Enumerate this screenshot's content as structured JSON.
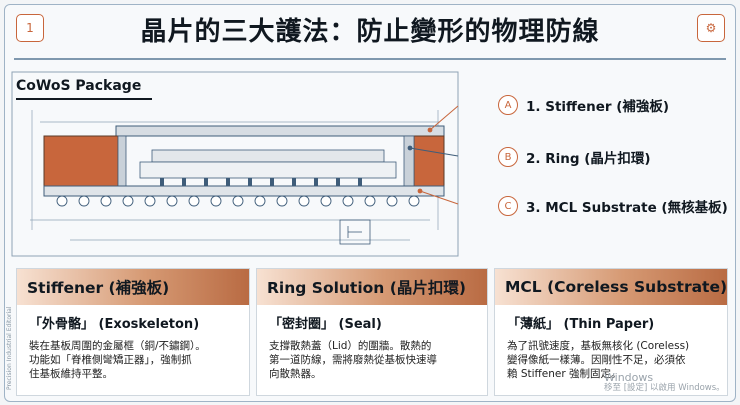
{
  "header": {
    "badge_left": "1",
    "badge_right": "⚙",
    "title": "晶片的三大護法：防止變形的物理防線",
    "side_note": "Precision Industrial Editorial"
  },
  "diagram": {
    "package_label": "CoWoS Package",
    "callouts": [
      {
        "letter": "A",
        "text": "1. Stiffener (補強板)"
      },
      {
        "letter": "B",
        "text": "2. Ring (晶片扣環)"
      },
      {
        "letter": "C",
        "text": "3. MCL Substrate (無核基板)"
      }
    ]
  },
  "cards": [
    {
      "title": "Stiffener (補強板)",
      "subtitle": "「外骨骼」 (Exoskeleton)",
      "lines": [
        "裝在基板周圍的金屬框（銅/不鏽鋼）。",
        "功能如「脊椎側彎矯正器」，強制抓",
        "住基板維持平整。"
      ]
    },
    {
      "title": "Ring Solution (晶片扣環)",
      "subtitle": "「密封圈」 (Seal)",
      "lines": [
        "支撐散熱蓋（Lid）的圍牆。散熱的",
        "第一道防線，需將廢熱從基板快速導",
        "向散熱器。"
      ]
    },
    {
      "title": "MCL (Coreless Substrate)",
      "subtitle": "「薄紙」 (Thin Paper)",
      "lines": [
        "為了訊號速度，基板無核化 (Coreless)",
        "變得像紙一樣薄。因剛性不足，必須依",
        "賴 Stiffener 強制固定。"
      ]
    }
  ],
  "watermark": {
    "line1": "Windows",
    "line2": "移至 [設定] 以啟用 Windows。"
  },
  "colors": {
    "copper": "#c8663c",
    "blueprint": "#3f5d7a",
    "gray": "#a7b3bf"
  }
}
